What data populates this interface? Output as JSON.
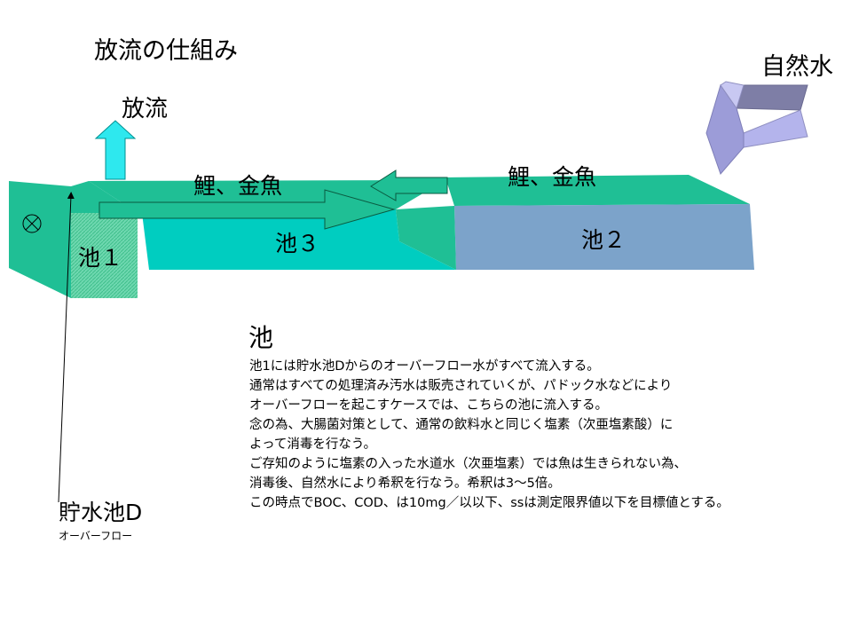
{
  "title": "放流の仕組み",
  "natural_water": "自然水",
  "discharge": "放流",
  "fish_a": "鯉、金魚",
  "fish_b": "鯉、金魚",
  "pond1": "池１",
  "pond3": "池３",
  "pond2": "池２",
  "valve_symbol": "⊗",
  "section_heading": "池",
  "description_lines": [
    "池1には貯水池Dからのオーバーフロー水がすべて流入する。",
    "通常はすべての処理済み汚水は販売されていくが、パドック水などにより",
    "オーバーフローを起こすケースでは、こちらの池に流入する。",
    "念の為、大腸菌対策として、通常の飲料水と同じく塩素（次亜塩素酸）に",
    "よって消毒を行なう。",
    "ご存知のように塩素の入った水道水（次亜塩素）では魚は生きられない為、",
    "消毒後、自然水により希釈を行なう。希釈は3～5倍。",
    "この時点でBOC、COD、は10mg／以以下、ssは測定限界値以下を目標値とする。"
  ],
  "reservoir": "貯水池D",
  "overflow": "オーバーフロー",
  "colors": {
    "pond_green": "#1FBF95",
    "pond1_hatch": "#5CCFA5",
    "pond3": "#00CDC0",
    "pond2": "#7CA3CA",
    "discharge_arrow": "#2EE8EE",
    "natural_arrow_light": "#B4B4EC",
    "natural_arrow_dark": "#7E7EA6"
  }
}
